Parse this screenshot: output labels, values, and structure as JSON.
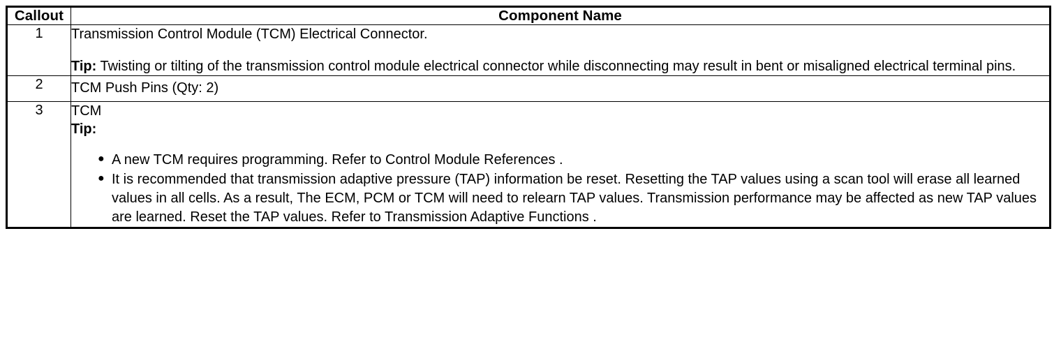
{
  "table": {
    "columns": [
      {
        "key": "callout",
        "label": "Callout",
        "align": "center"
      },
      {
        "key": "component",
        "label": "Component Name",
        "align": "center"
      }
    ],
    "rows": [
      {
        "callout": "1",
        "component": {
          "line1": "Transmission Control Module (TCM) Electrical Connector.",
          "tip_label": "Tip:",
          "tip_text": " Twisting or tilting of the transmission control module electrical connector while disconnecting may result in bent or misaligned electrical terminal pins."
        }
      },
      {
        "callout": "2",
        "component": {
          "line1": "TCM Push Pins (Qty: 2)"
        }
      },
      {
        "callout": "3",
        "component": {
          "line1": "TCM",
          "tip_label": "Tip:",
          "bullet_glyph": "●",
          "bullets": [
            "A new TCM requires programming. Refer to Control Module References .",
            "It is recommended that transmission adaptive pressure (TAP) information be reset. Resetting the TAP values using a scan tool will erase all learned values in all cells. As a result, The ECM, PCM or TCM will need to relearn TAP values. Transmission performance may be affected as new TAP values are learned. Reset the TAP values. Refer to Transmission Adaptive Functions ."
          ]
        }
      }
    ]
  },
  "colors": {
    "border": "#000000",
    "text": "#000000",
    "background": "#ffffff"
  }
}
